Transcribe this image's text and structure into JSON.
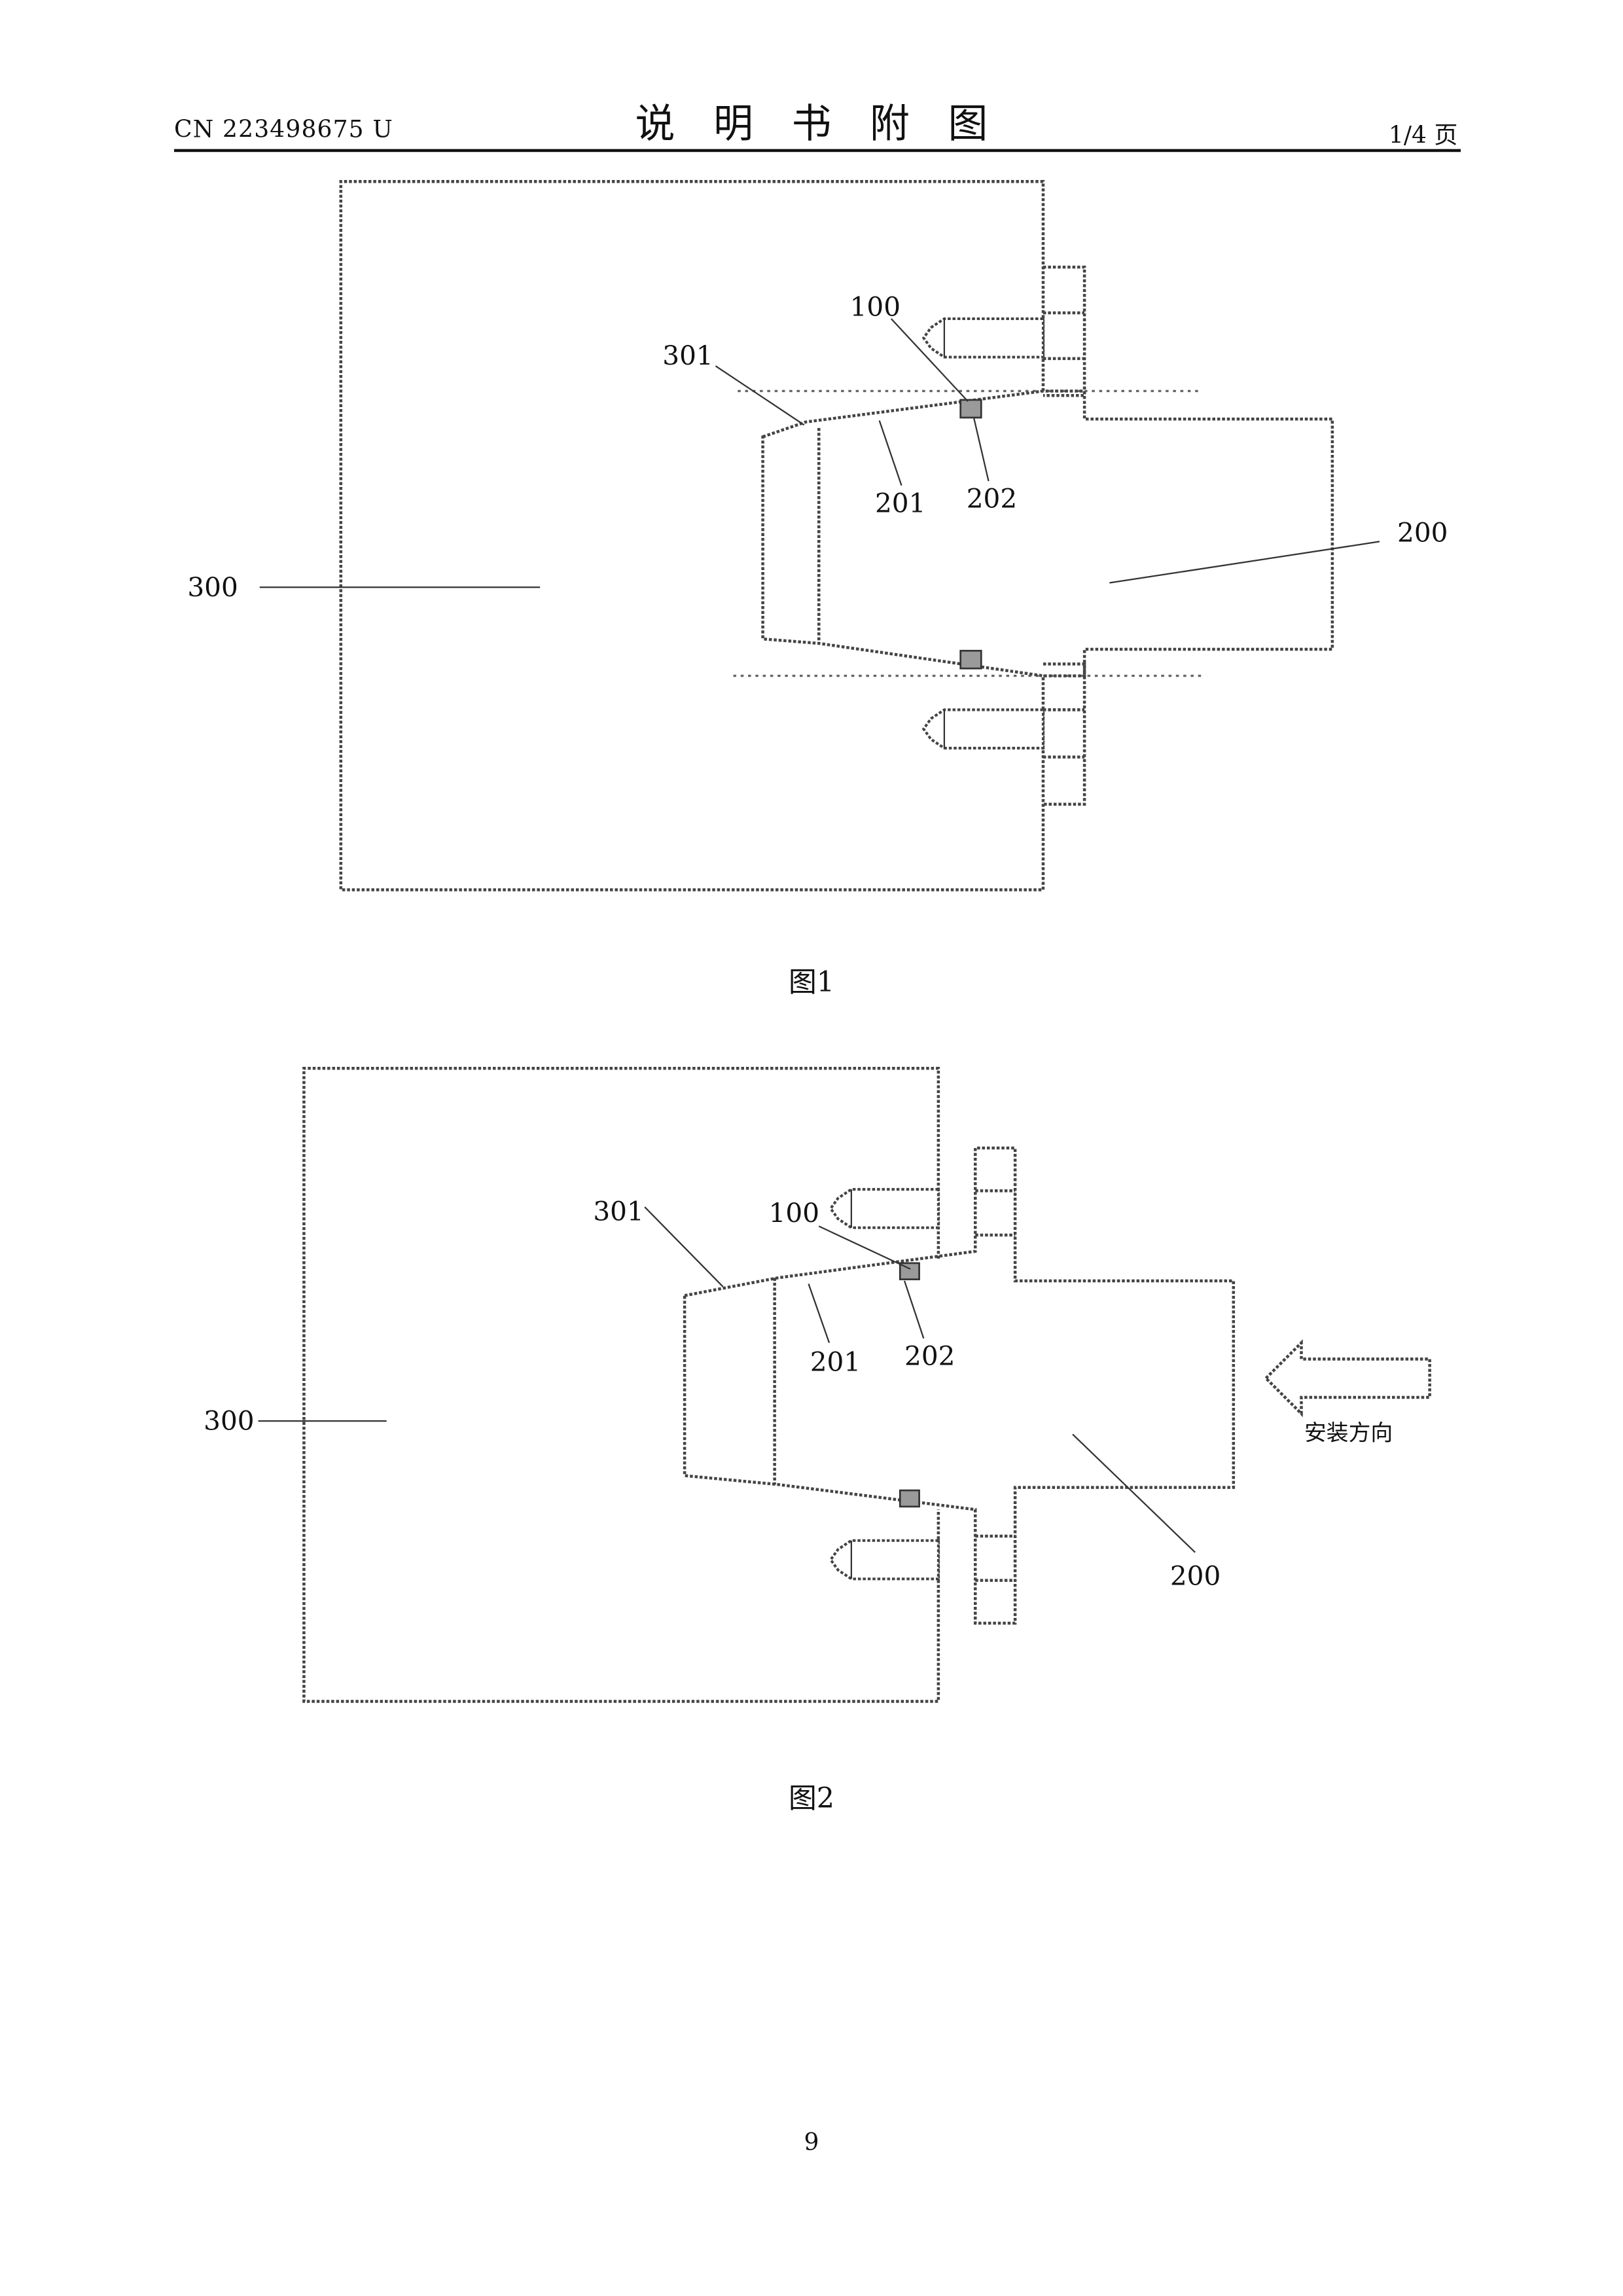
{
  "header": {
    "doc_number": "CN 223498675 U",
    "title": "说明书附图",
    "page_indicator": "1/4 页"
  },
  "figures": [
    {
      "caption": "图1",
      "labels": {
        "l300": "300",
        "l301": "301",
        "l100": "100",
        "l201": "201",
        "l202": "202",
        "l200": "200"
      }
    },
    {
      "caption": "图2",
      "labels": {
        "l300": "300",
        "l301": "301",
        "l100": "100",
        "l201": "201",
        "l202": "202",
        "l200": "200"
      },
      "arrow_label": "安装方向"
    }
  ],
  "footer": {
    "page_number": "9"
  }
}
